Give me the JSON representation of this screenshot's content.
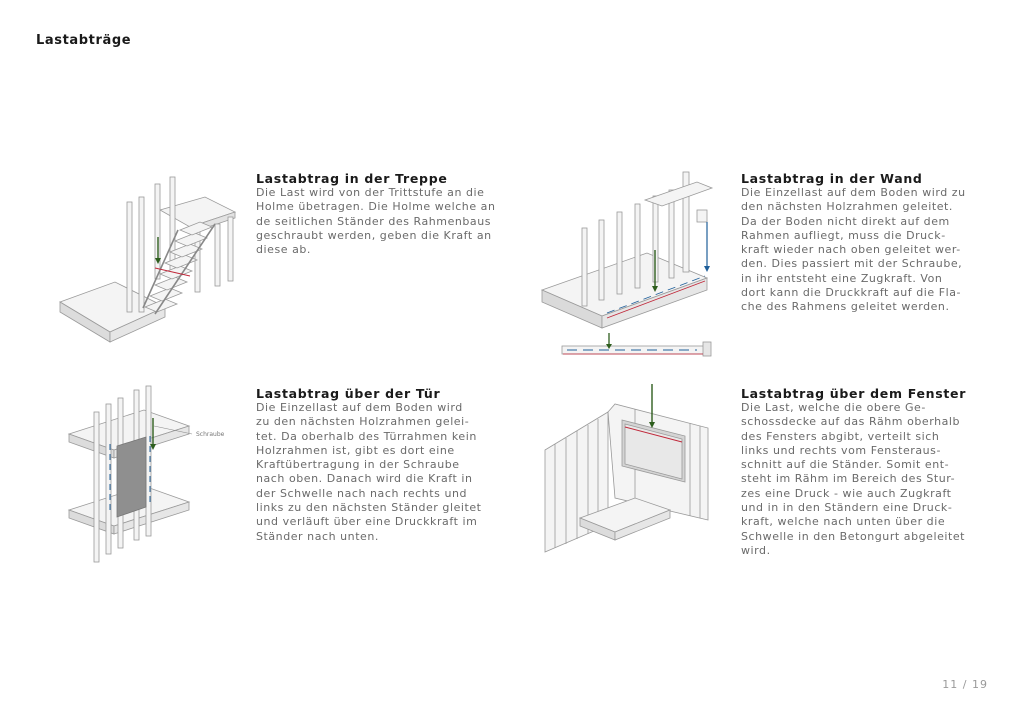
{
  "page": {
    "title": "Lastabträge",
    "page_number": "11 / 19"
  },
  "sections": [
    {
      "heading": "Lastabtrag in der Treppe",
      "lines": [
        "Die Last wird von der Trittstufe an die",
        "Holme übetragen. Die Holme welche an",
        "de seitlichen Ständer des Rahmenbaus",
        "geschraubt werden, geben die Kraft an",
        "diese ab."
      ]
    },
    {
      "heading": "Lastabtrag in der Wand",
      "lines": [
        "Die Einzellast auf dem Boden wird zu",
        "den nächsten Holzrahmen geleitet.",
        "Da der Boden nicht direkt auf dem",
        "Rahmen aufliegt, muss die Druck-",
        "kraft wieder nach oben geleitet wer-",
        "den. Dies passiert mit der Schraube,",
        "in ihr entsteht eine Zugkraft. Von",
        "dort kann die Druckkraft auf die Fla-",
        "che des Rahmens geleitet werden."
      ]
    },
    {
      "heading": "Lastabtrag über der Tür",
      "lines": [
        "Die Einzellast auf dem Boden wird",
        "zu den nächsten Holzrahmen gelei-",
        "tet. Da oberhalb des Türrahmen kein",
        "Holzrahmen ist, gibt es dort eine",
        "Kraftübertragung in der Schraube",
        "nach oben. Danach wird die Kraft in",
        "der Schwelle nach nach rechts und",
        "links zu den nächsten Ständer gleitet",
        "und verläuft über eine Druckkraft im",
        "Ständer nach unten."
      ],
      "annotation": "Schraube"
    },
    {
      "heading": "Lastabtrag über dem Fenster",
      "lines": [
        "Die Last, welche die obere Ge-",
        "schossdecke auf das Rähm oberhalb",
        "des Fensters abgibt, verteilt sich",
        "links und rechts vom Fensteraus-",
        "schnitt auf die Ständer. Somit ent-",
        "steht im Rähm im Bereich des Stur-",
        "zes eine Druck - wie auch Zugkraft",
        "und in in den Ständern eine Druck-",
        "kraft, welche nach unten über die",
        "Schwelle in den Betongurt abgeleitet",
        "wird."
      ]
    }
  ],
  "colors": {
    "heading": "#1a1a1a",
    "body_text": "#6a6a6a",
    "compression_arrow": "#2e5e1e",
    "tension_line": "#c0283a",
    "force_blue": "#1f5f9a",
    "timber_light": "#f3f3f3",
    "timber_edge": "#9a9a9a"
  },
  "icons": {
    "stair": "isometric-stair-diagram",
    "wall": "isometric-wall-diagram",
    "door": "isometric-door-diagram",
    "window": "isometric-window-diagram"
  }
}
